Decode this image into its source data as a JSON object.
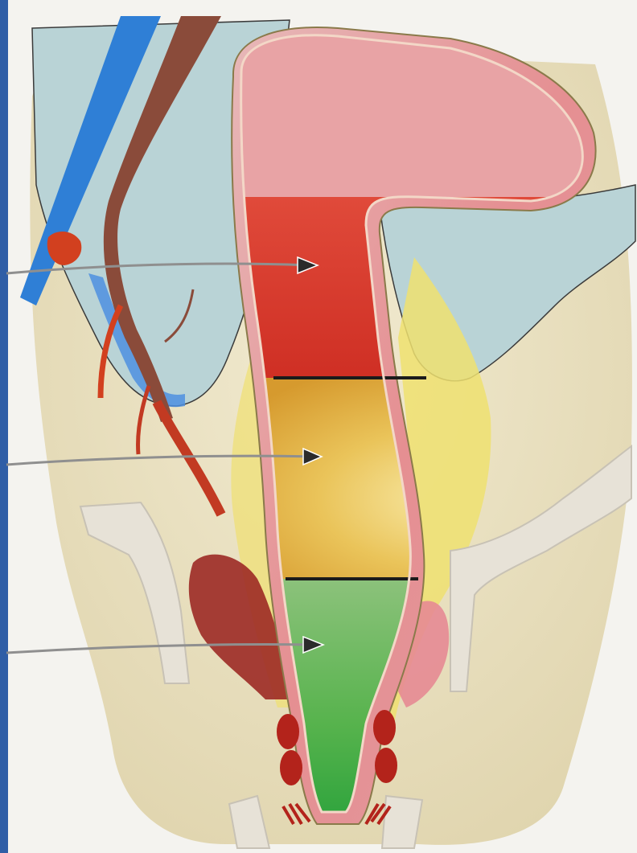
{
  "diagram": {
    "segments": [
      {
        "name": "upper-segment",
        "color": "#d9352b"
      },
      {
        "name": "middle-segment",
        "color": "#e2b13c"
      },
      {
        "name": "lower-segment",
        "color": "#4db04a"
      }
    ],
    "pointers": [
      {
        "target": "upper-segment"
      },
      {
        "target": "middle-segment"
      },
      {
        "target": "lower-segment"
      }
    ],
    "colors": {
      "background": "#f4f3ef",
      "page_edge": "#2f5ea6",
      "peritoneum": "#b9d3d6",
      "fat": "#eae2c4",
      "wall": "#d98f8f",
      "vein": "#2f7fd6",
      "artery": "#d2401f",
      "muscle": "#9c2a25",
      "bone": "#ece8e0",
      "arrow": "#8f8f8f"
    }
  }
}
